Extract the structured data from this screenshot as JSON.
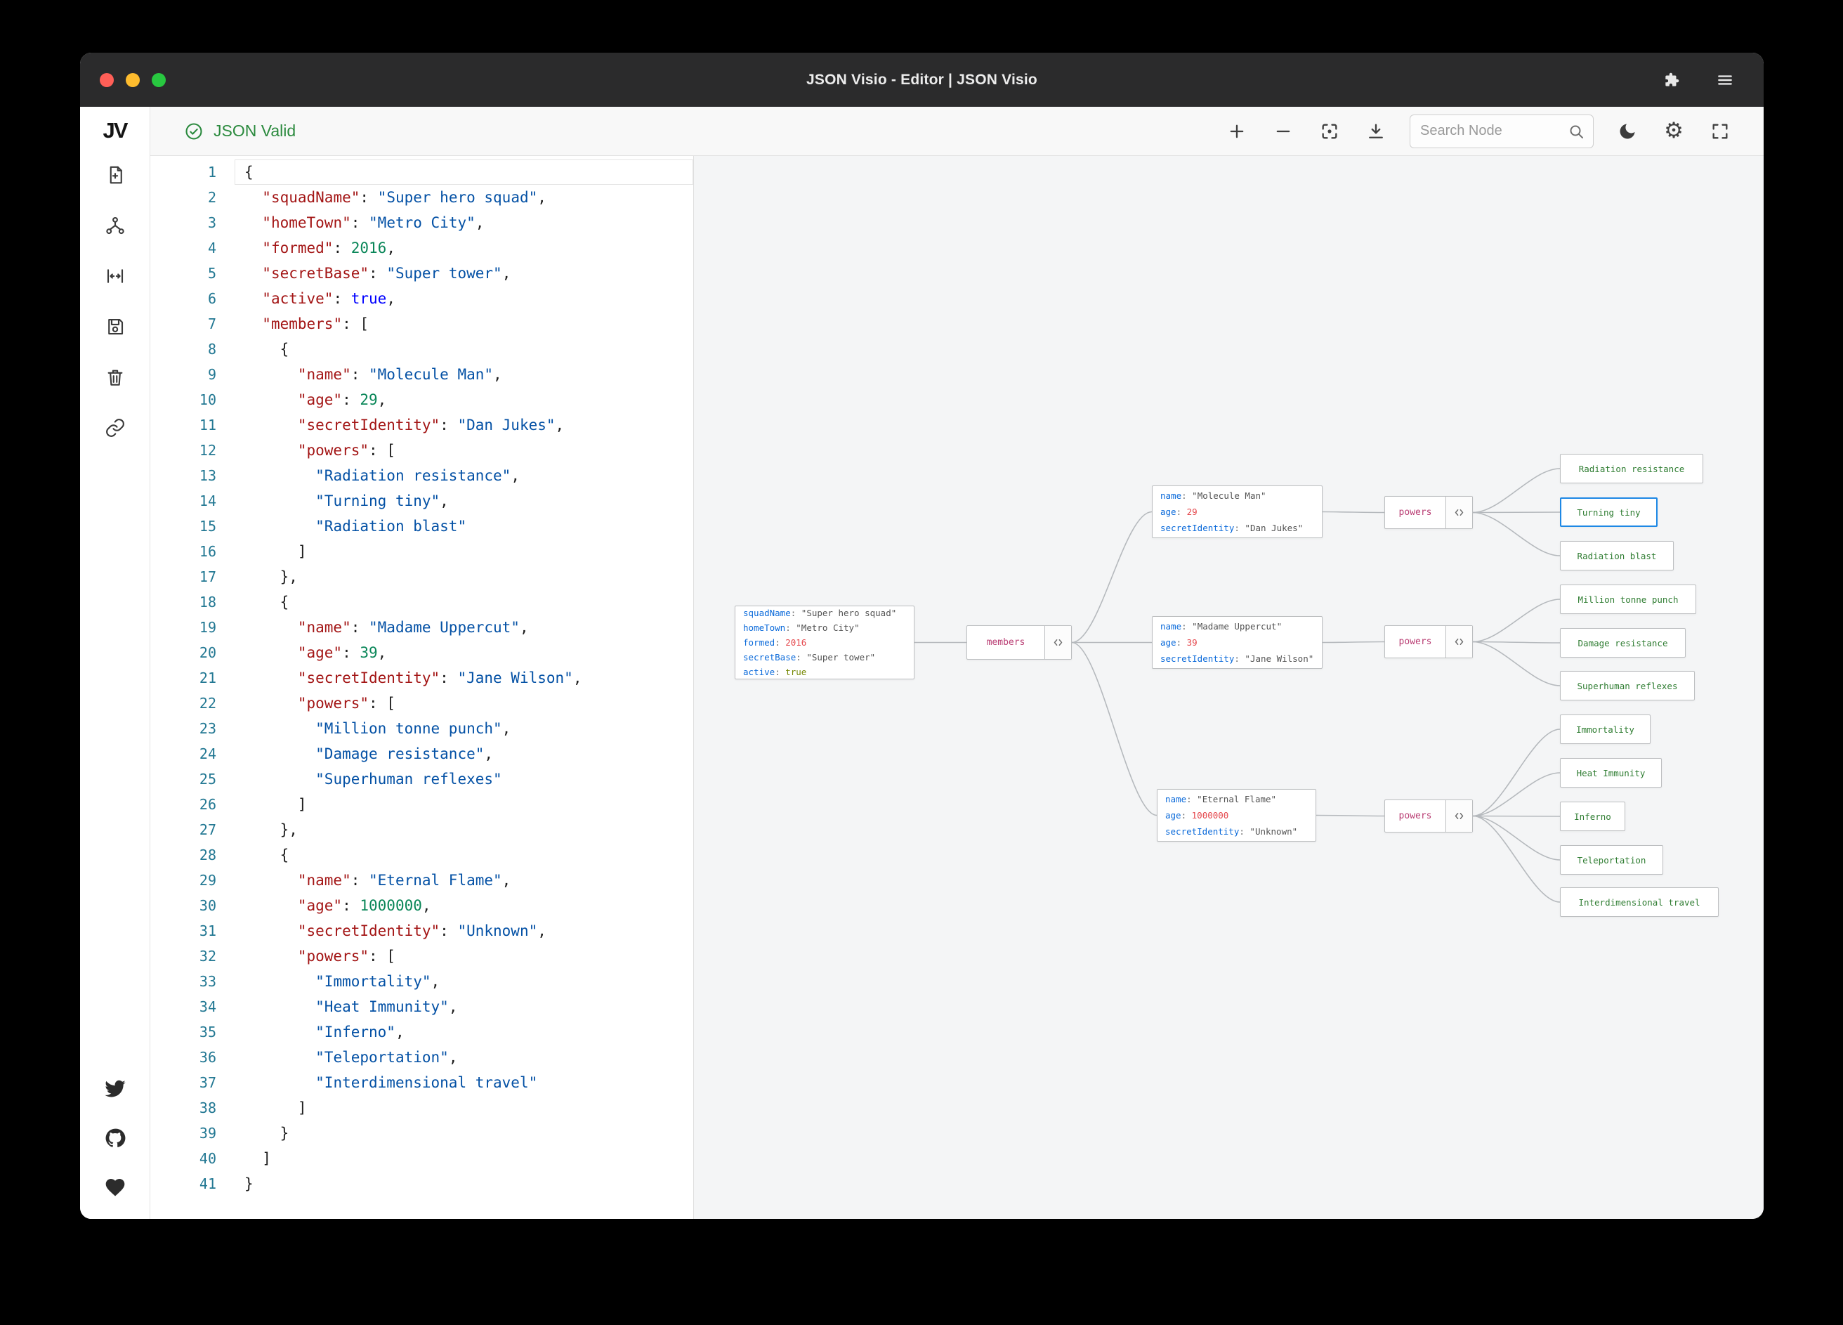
{
  "titlebar": {
    "title": "JSON Visio - Editor | JSON Visio"
  },
  "sidebar": {
    "logo": "JV",
    "icons": [
      "new-document",
      "graph-view",
      "fit-width",
      "save",
      "delete",
      "link"
    ],
    "footer_icons": [
      "twitter",
      "github",
      "sponsor-heart"
    ]
  },
  "statusbar": {
    "valid": "JSON Valid"
  },
  "toolbar": {
    "search_placeholder": "Search Node",
    "icons": [
      "zoom-in",
      "zoom-out",
      "center-focus",
      "download",
      "dark-mode",
      "settings",
      "fullscreen"
    ]
  },
  "colors": {
    "valid_green": "#2b8a3e",
    "editor_key": "#a31515",
    "editor_string": "#0451a5",
    "editor_number": "#098658",
    "editor_bool": "#0000ff",
    "node_key": "#0969da",
    "node_string": "#535353",
    "node_number": "#e5484d",
    "node_bool": "#748700",
    "parent_label": "#b93d73",
    "leaf_text": "#2f7d32",
    "selected_border": "#1e88e5"
  },
  "editor": {
    "lines": [
      {
        "n": 1,
        "s": [
          [
            "{",
            "p"
          ]
        ]
      },
      {
        "n": 2,
        "s": [
          [
            "  ",
            "p"
          ],
          [
            "\"squadName\"",
            "k"
          ],
          [
            ": ",
            "p"
          ],
          [
            "\"Super hero squad\"",
            "s"
          ],
          [
            ",",
            "p"
          ]
        ]
      },
      {
        "n": 3,
        "s": [
          [
            "  ",
            "p"
          ],
          [
            "\"homeTown\"",
            "k"
          ],
          [
            ": ",
            "p"
          ],
          [
            "\"Metro City\"",
            "s"
          ],
          [
            ",",
            "p"
          ]
        ]
      },
      {
        "n": 4,
        "s": [
          [
            "  ",
            "p"
          ],
          [
            "\"formed\"",
            "k"
          ],
          [
            ": ",
            "p"
          ],
          [
            "2016",
            "n"
          ],
          [
            ",",
            "p"
          ]
        ]
      },
      {
        "n": 5,
        "s": [
          [
            "  ",
            "p"
          ],
          [
            "\"secretBase\"",
            "k"
          ],
          [
            ": ",
            "p"
          ],
          [
            "\"Super tower\"",
            "s"
          ],
          [
            ",",
            "p"
          ]
        ]
      },
      {
        "n": 6,
        "s": [
          [
            "  ",
            "p"
          ],
          [
            "\"active\"",
            "k"
          ],
          [
            ": ",
            "p"
          ],
          [
            "true",
            "b"
          ],
          [
            ",",
            "p"
          ]
        ]
      },
      {
        "n": 7,
        "s": [
          [
            "  ",
            "p"
          ],
          [
            "\"members\"",
            "k"
          ],
          [
            ": [",
            "p"
          ]
        ]
      },
      {
        "n": 8,
        "s": [
          [
            "    {",
            "p"
          ]
        ]
      },
      {
        "n": 9,
        "s": [
          [
            "      ",
            "p"
          ],
          [
            "\"name\"",
            "k"
          ],
          [
            ": ",
            "p"
          ],
          [
            "\"Molecule Man\"",
            "s"
          ],
          [
            ",",
            "p"
          ]
        ]
      },
      {
        "n": 10,
        "s": [
          [
            "      ",
            "p"
          ],
          [
            "\"age\"",
            "k"
          ],
          [
            ": ",
            "p"
          ],
          [
            "29",
            "n"
          ],
          [
            ",",
            "p"
          ]
        ]
      },
      {
        "n": 11,
        "s": [
          [
            "      ",
            "p"
          ],
          [
            "\"secretIdentity\"",
            "k"
          ],
          [
            ": ",
            "p"
          ],
          [
            "\"Dan Jukes\"",
            "s"
          ],
          [
            ",",
            "p"
          ]
        ]
      },
      {
        "n": 12,
        "s": [
          [
            "      ",
            "p"
          ],
          [
            "\"powers\"",
            "k"
          ],
          [
            ": [",
            "p"
          ]
        ]
      },
      {
        "n": 13,
        "s": [
          [
            "        ",
            "p"
          ],
          [
            "\"Radiation resistance\"",
            "s"
          ],
          [
            ",",
            "p"
          ]
        ]
      },
      {
        "n": 14,
        "s": [
          [
            "        ",
            "p"
          ],
          [
            "\"Turning tiny\"",
            "s"
          ],
          [
            ",",
            "p"
          ]
        ]
      },
      {
        "n": 15,
        "s": [
          [
            "        ",
            "p"
          ],
          [
            "\"Radiation blast\"",
            "s"
          ]
        ]
      },
      {
        "n": 16,
        "s": [
          [
            "      ]",
            "p"
          ]
        ]
      },
      {
        "n": 17,
        "s": [
          [
            "    },",
            "p"
          ]
        ]
      },
      {
        "n": 18,
        "s": [
          [
            "    {",
            "p"
          ]
        ]
      },
      {
        "n": 19,
        "s": [
          [
            "      ",
            "p"
          ],
          [
            "\"name\"",
            "k"
          ],
          [
            ": ",
            "p"
          ],
          [
            "\"Madame Uppercut\"",
            "s"
          ],
          [
            ",",
            "p"
          ]
        ]
      },
      {
        "n": 20,
        "s": [
          [
            "      ",
            "p"
          ],
          [
            "\"age\"",
            "k"
          ],
          [
            ": ",
            "p"
          ],
          [
            "39",
            "n"
          ],
          [
            ",",
            "p"
          ]
        ]
      },
      {
        "n": 21,
        "s": [
          [
            "      ",
            "p"
          ],
          [
            "\"secretIdentity\"",
            "k"
          ],
          [
            ": ",
            "p"
          ],
          [
            "\"Jane Wilson\"",
            "s"
          ],
          [
            ",",
            "p"
          ]
        ]
      },
      {
        "n": 22,
        "s": [
          [
            "      ",
            "p"
          ],
          [
            "\"powers\"",
            "k"
          ],
          [
            ": [",
            "p"
          ]
        ]
      },
      {
        "n": 23,
        "s": [
          [
            "        ",
            "p"
          ],
          [
            "\"Million tonne punch\"",
            "s"
          ],
          [
            ",",
            "p"
          ]
        ]
      },
      {
        "n": 24,
        "s": [
          [
            "        ",
            "p"
          ],
          [
            "\"Damage resistance\"",
            "s"
          ],
          [
            ",",
            "p"
          ]
        ]
      },
      {
        "n": 25,
        "s": [
          [
            "        ",
            "p"
          ],
          [
            "\"Superhuman reflexes\"",
            "s"
          ]
        ]
      },
      {
        "n": 26,
        "s": [
          [
            "      ]",
            "p"
          ]
        ]
      },
      {
        "n": 27,
        "s": [
          [
            "    },",
            "p"
          ]
        ]
      },
      {
        "n": 28,
        "s": [
          [
            "    {",
            "p"
          ]
        ]
      },
      {
        "n": 29,
        "s": [
          [
            "      ",
            "p"
          ],
          [
            "\"name\"",
            "k"
          ],
          [
            ": ",
            "p"
          ],
          [
            "\"Eternal Flame\"",
            "s"
          ],
          [
            ",",
            "p"
          ]
        ]
      },
      {
        "n": 30,
        "s": [
          [
            "      ",
            "p"
          ],
          [
            "\"age\"",
            "k"
          ],
          [
            ": ",
            "p"
          ],
          [
            "1000000",
            "n"
          ],
          [
            ",",
            "p"
          ]
        ]
      },
      {
        "n": 31,
        "s": [
          [
            "      ",
            "p"
          ],
          [
            "\"secretIdentity\"",
            "k"
          ],
          [
            ": ",
            "p"
          ],
          [
            "\"Unknown\"",
            "s"
          ],
          [
            ",",
            "p"
          ]
        ]
      },
      {
        "n": 32,
        "s": [
          [
            "      ",
            "p"
          ],
          [
            "\"powers\"",
            "k"
          ],
          [
            ": [",
            "p"
          ]
        ]
      },
      {
        "n": 33,
        "s": [
          [
            "        ",
            "p"
          ],
          [
            "\"Immortality\"",
            "s"
          ],
          [
            ",",
            "p"
          ]
        ]
      },
      {
        "n": 34,
        "s": [
          [
            "        ",
            "p"
          ],
          [
            "\"Heat Immunity\"",
            "s"
          ],
          [
            ",",
            "p"
          ]
        ]
      },
      {
        "n": 35,
        "s": [
          [
            "        ",
            "p"
          ],
          [
            "\"Inferno\"",
            "s"
          ],
          [
            ",",
            "p"
          ]
        ]
      },
      {
        "n": 36,
        "s": [
          [
            "        ",
            "p"
          ],
          [
            "\"Teleportation\"",
            "s"
          ],
          [
            ",",
            "p"
          ]
        ]
      },
      {
        "n": 37,
        "s": [
          [
            "        ",
            "p"
          ],
          [
            "\"Interdimensional travel\"",
            "s"
          ]
        ]
      },
      {
        "n": 38,
        "s": [
          [
            "      ]",
            "p"
          ]
        ]
      },
      {
        "n": 39,
        "s": [
          [
            "    }",
            "p"
          ]
        ]
      },
      {
        "n": 40,
        "s": [
          [
            "  ]",
            "p"
          ]
        ]
      },
      {
        "n": 41,
        "s": [
          [
            "}",
            "p"
          ]
        ]
      }
    ]
  },
  "graph": {
    "labels": {
      "members": "members",
      "powers": "powers"
    },
    "nodes": {
      "root": {
        "rows": [
          {
            "k": "squadName",
            "v": "\"Super hero squad\"",
            "t": "s"
          },
          {
            "k": "homeTown",
            "v": "\"Metro City\"",
            "t": "s"
          },
          {
            "k": "formed",
            "v": "2016",
            "t": "n"
          },
          {
            "k": "secretBase",
            "v": "\"Super tower\"",
            "t": "s"
          },
          {
            "k": "active",
            "v": "true",
            "t": "b"
          }
        ]
      },
      "member1": {
        "rows": [
          {
            "k": "name",
            "v": "\"Molecule Man\"",
            "t": "s"
          },
          {
            "k": "age",
            "v": "29",
            "t": "n"
          },
          {
            "k": "secretIdentity",
            "v": "\"Dan Jukes\"",
            "t": "s"
          }
        ]
      },
      "member2": {
        "rows": [
          {
            "k": "name",
            "v": "\"Madame Uppercut\"",
            "t": "s"
          },
          {
            "k": "age",
            "v": "39",
            "t": "n"
          },
          {
            "k": "secretIdentity",
            "v": "\"Jane Wilson\"",
            "t": "s"
          }
        ]
      },
      "member3": {
        "rows": [
          {
            "k": "name",
            "v": "\"Eternal Flame\"",
            "t": "s"
          },
          {
            "k": "age",
            "v": "1000000",
            "t": "n"
          },
          {
            "k": "secretIdentity",
            "v": "\"Unknown\"",
            "t": "s"
          }
        ]
      }
    },
    "leaves": [
      {
        "label": "Radiation resistance"
      },
      {
        "label": "Turning tiny",
        "selected": true
      },
      {
        "label": "Radiation blast"
      },
      {
        "label": "Million tonne punch"
      },
      {
        "label": "Damage resistance"
      },
      {
        "label": "Superhuman reflexes"
      },
      {
        "label": "Immortality"
      },
      {
        "label": "Heat Immunity"
      },
      {
        "label": "Inferno"
      },
      {
        "label": "Teleportation"
      },
      {
        "label": "Interdimensional travel"
      }
    ]
  }
}
